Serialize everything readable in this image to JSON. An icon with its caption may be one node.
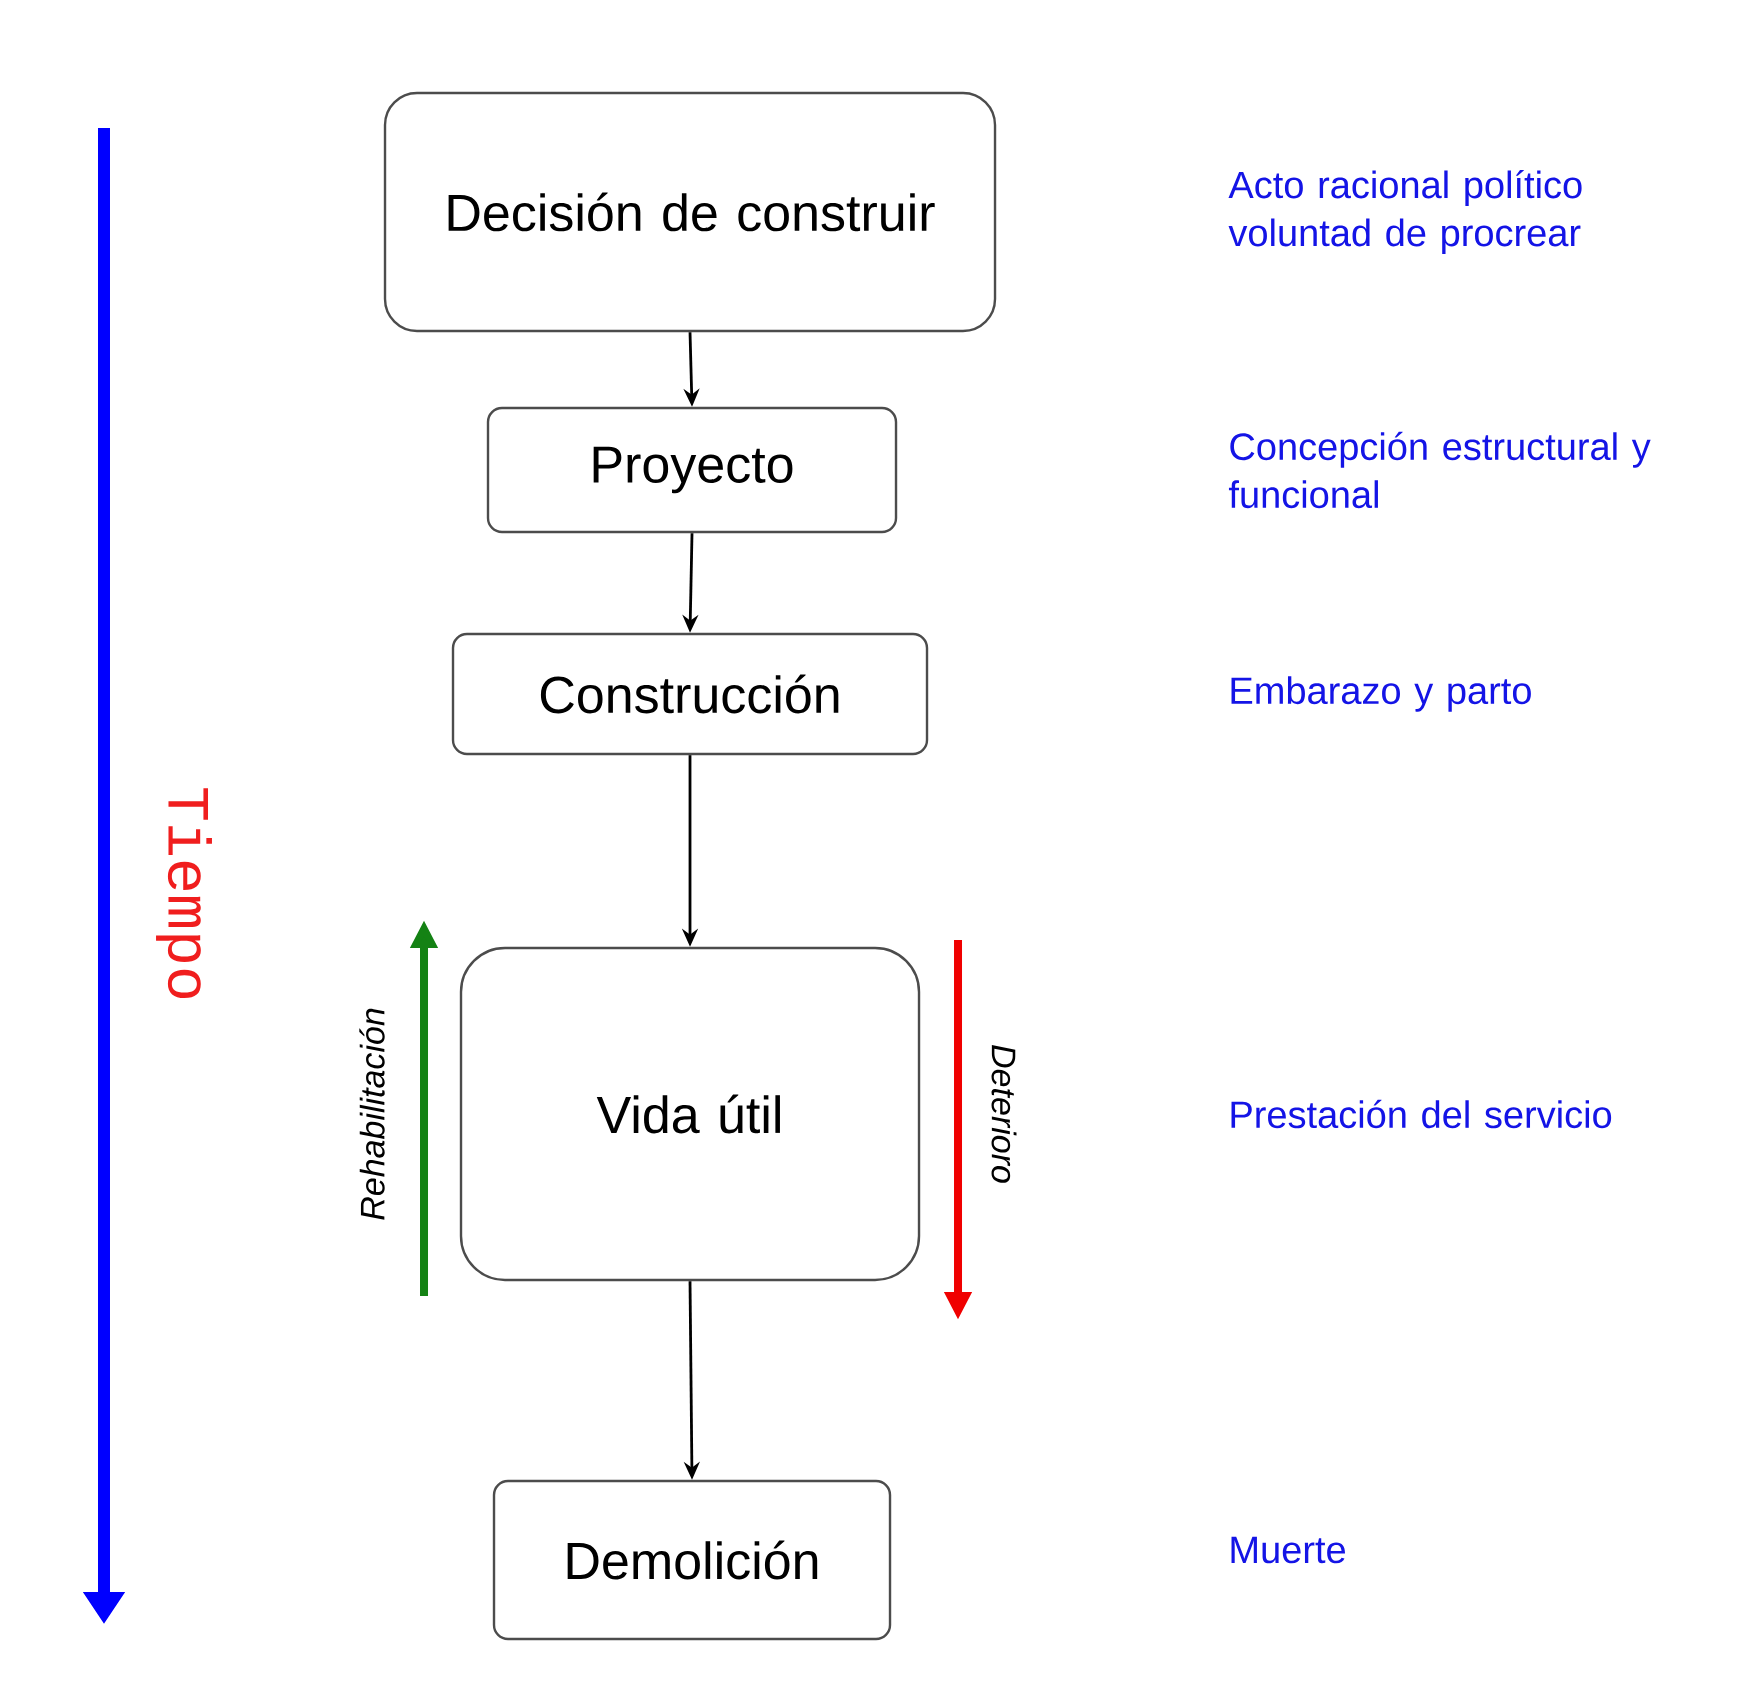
{
  "diagram": {
    "nodes": [
      {
        "text": [
          "Decisión de construir"
        ]
      },
      {
        "text": [
          "Proyecto"
        ]
      },
      {
        "text": [
          "Construcción"
        ]
      },
      {
        "text": [
          "Vida útil"
        ]
      },
      {
        "text": [
          "Demolición"
        ]
      }
    ],
    "edges": [
      {
        "from": 0,
        "to": 1,
        "arrow": "to"
      },
      {
        "from": 1,
        "to": 2,
        "arrow": "to"
      },
      {
        "from": 2,
        "to": 3,
        "arrow": "to"
      },
      {
        "from": 3,
        "to": 4,
        "arrow": "to"
      }
    ],
    "labels": [
      "Acto racional político voluntad de procrear",
      "Concepción estructural y funcional",
      "Tiempo",
      "Embarazo y parto",
      "Rehabilitación",
      "Deterioro",
      "Prestación del servicio",
      "Muerte"
    ]
  }
}
